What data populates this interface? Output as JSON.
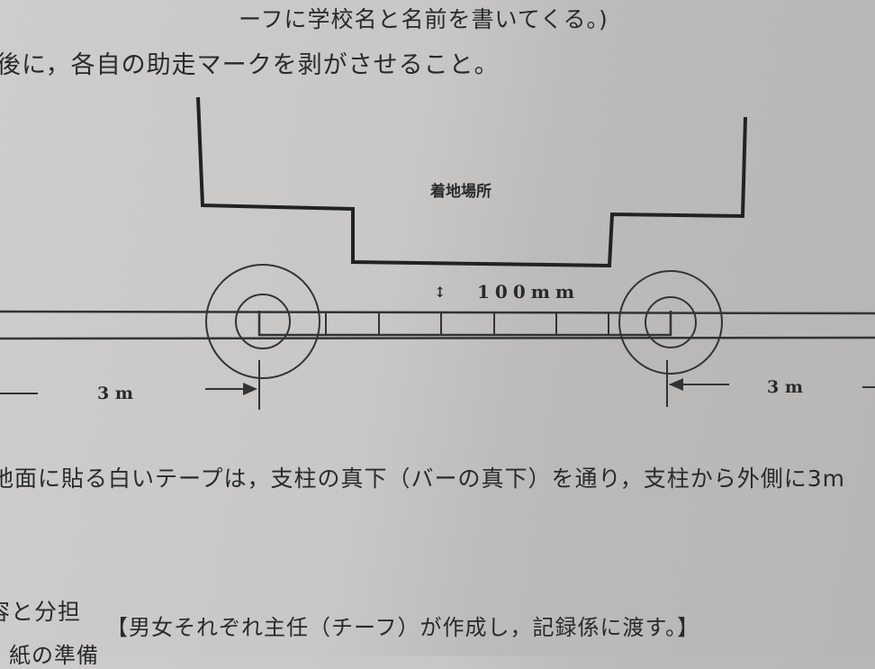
{
  "document": {
    "lines": [
      "ーフに学校名と名前を書いてくる。)",
      "後に，各自の助走マークを剥がさせること。",
      "地面に貼る白いテープは，支柱の真下（バーの真下）を通り，支柱から外側に3m",
      "容と分担",
      "【男女それぞれ主任（チーフ）が作成し，記録係に渡す。】",
      "紙の準備"
    ]
  },
  "diagram": {
    "landing_area_label": "着地場所",
    "gap_arrow": "↕",
    "gap_label": "100mm",
    "left_distance": "3 m",
    "right_distance": "3 m"
  }
}
